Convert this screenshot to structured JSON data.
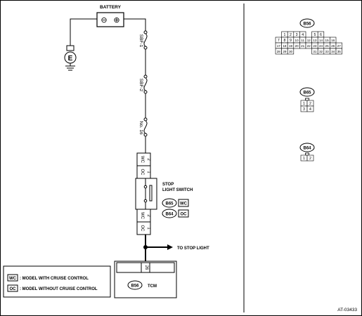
{
  "battery": {
    "label": "BATTERY",
    "neg": "⊖",
    "pos": "⊕"
  },
  "ground_label": "E",
  "fuses": [
    {
      "label": "SBF-1"
    },
    {
      "label": "SBF-2"
    },
    {
      "label": "No. 16"
    }
  ],
  "upper_connector": {
    "wc": "WC",
    "oc": "OC",
    "pin_wc": "2",
    "pin_oc": "1"
  },
  "stop_switch": {
    "line1": "STOP",
    "line2": "LIGHT SWITCH"
  },
  "conn_refs": [
    {
      "id": "B65",
      "tag": "WC"
    },
    {
      "id": "B64",
      "tag": "OC"
    }
  ],
  "lower_connector": {
    "wc": "WC",
    "oc": "OC",
    "pin_wc": "2",
    "pin_oc": "1"
  },
  "to_stop_light": "TO STOP LIGHT",
  "tcm": {
    "pin": "26",
    "conn": "B56",
    "label": "TCM"
  },
  "legend": [
    {
      "code": "WC",
      "text": ": MODEL WITH CRUISE CONTROL"
    },
    {
      "code": "OC",
      "text": ": MODEL WITHOUT CRUISE CONTROL"
    }
  ],
  "pinouts": [
    {
      "id": "B56",
      "rows": [
        [
          "1",
          "2",
          "3",
          "4",
          "",
          "5",
          "6"
        ],
        [
          "7",
          "8",
          "9",
          "10",
          "11",
          "12",
          "13",
          "14",
          "15",
          "16"
        ],
        [
          "17",
          "18",
          "19",
          "20",
          "21",
          "22",
          "23",
          "24",
          "25",
          "26",
          "27"
        ],
        [
          "28",
          "29",
          "30",
          "",
          "",
          "",
          "31",
          "32",
          "33",
          "34",
          "35"
        ]
      ]
    },
    {
      "id": "B65",
      "rows": [
        [
          "1",
          "2"
        ],
        [
          "3",
          "4"
        ]
      ]
    },
    {
      "id": "B64",
      "rows": [
        [
          "1",
          "2"
        ]
      ]
    }
  ],
  "figure_id": "AT-03433"
}
